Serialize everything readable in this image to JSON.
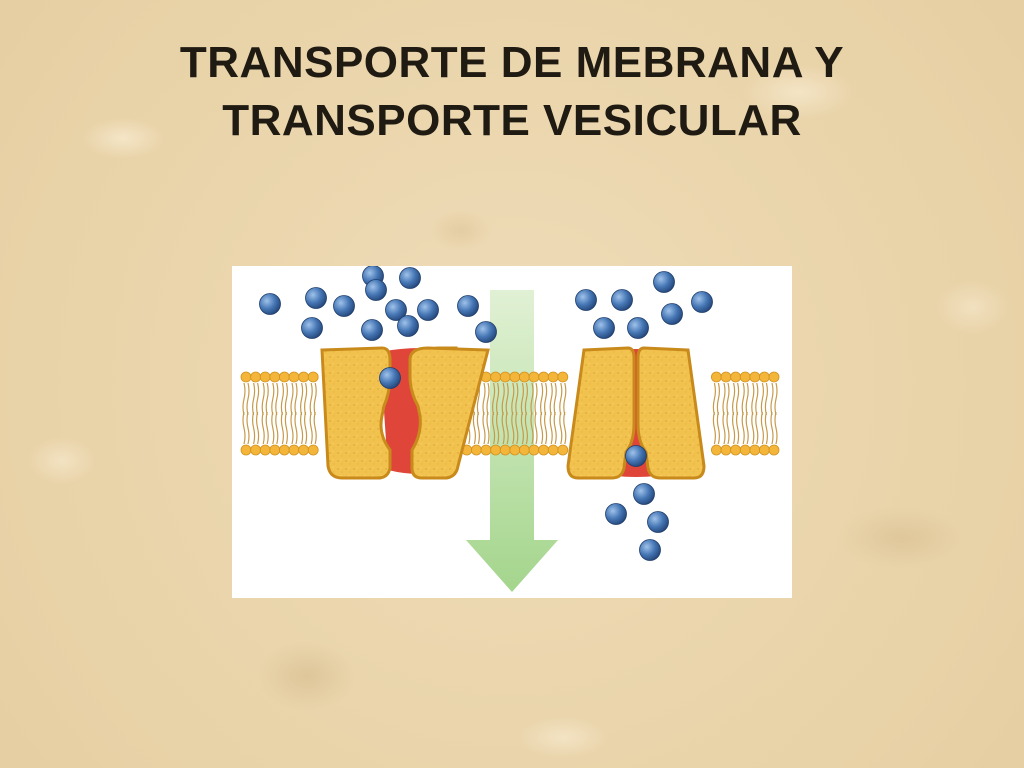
{
  "slide": {
    "title_line1": "TRANSPORTE DE MEBRANA Y",
    "title_line2": "TRANSPORTE VESICULAR"
  },
  "diagram": {
    "illustration": "membrane channel transport diagram",
    "colors": {
      "background": "#ffffff",
      "protein_fill": "#f2c24f",
      "protein_stroke": "#c98a1c",
      "protein_core": "#e0453a",
      "phospholipid_head": "#f3b63a",
      "phospholipid_tail": "#c79a4a",
      "molecule": "#4677b5",
      "arrow": "#a8d890"
    },
    "parts": [
      "lipid-bilayer",
      "channel-protein-open",
      "channel-protein-closed",
      "solute-molecules",
      "concentration-gradient-arrow"
    ]
  }
}
